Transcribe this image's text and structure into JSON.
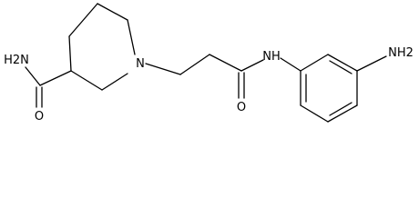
{
  "structure": {
    "atoms": [
      {
        "id": "n_ring",
        "symbol": "N"
      },
      {
        "id": "n_amide",
        "symbol": "NH"
      },
      {
        "id": "o_amide",
        "symbol": "O"
      },
      {
        "id": "o_carboxamide",
        "symbol": "O"
      },
      {
        "id": "nh2_carboxamide",
        "symbol": "H2N"
      },
      {
        "id": "nh2_aniline",
        "symbol": "NH2"
      }
    ],
    "bond_color": "#000000",
    "label_color": "#000000"
  }
}
